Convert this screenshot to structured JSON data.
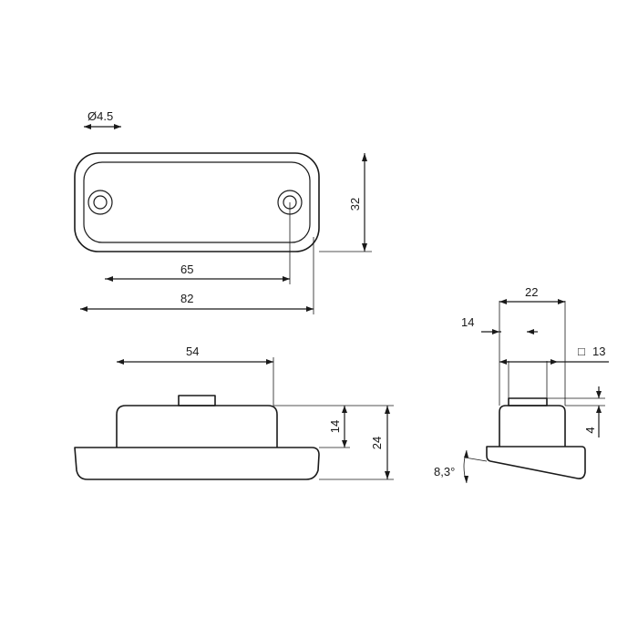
{
  "top_view": {
    "hole_dim": "Ø4.5",
    "height_dim": "32",
    "hole_spacing_dim": "65",
    "length_dim": "82"
  },
  "front_view": {
    "housing_width_dim": "54",
    "housing_height_dim": "14",
    "total_height_dim": "24"
  },
  "side_view": {
    "width_dim": "22",
    "offset_dim": "14",
    "stud_dim": "13",
    "stud_symbol": "□",
    "stud_height_dim": "4",
    "angle_dim": "8,3°"
  }
}
